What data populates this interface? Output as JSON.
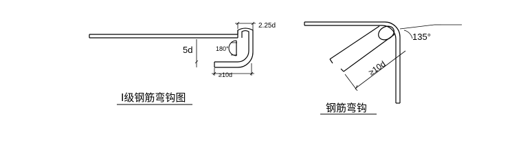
{
  "left_figure": {
    "caption": "Ⅰ级钢筋弯钩图",
    "dim_extension": "2.25d",
    "dim_straight": "5d",
    "dim_angle": "180°",
    "dim_diameter": "≥10d"
  },
  "right_figure": {
    "caption": "钢筋弯钩",
    "dim_angle": "135°",
    "dim_length": "≥10d"
  }
}
